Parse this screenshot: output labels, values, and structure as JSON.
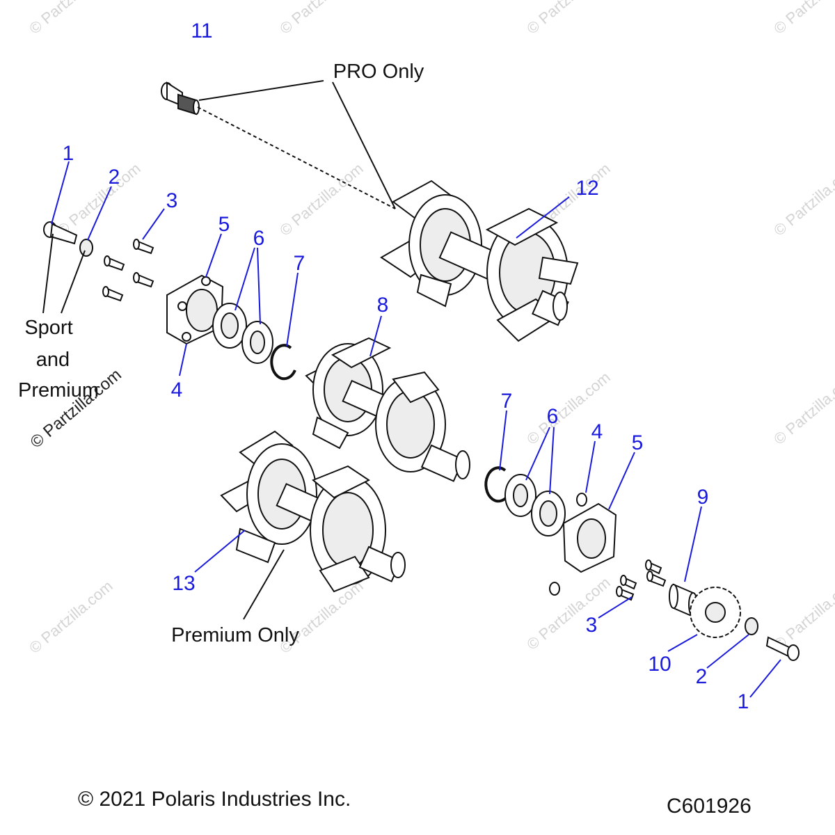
{
  "diagram": {
    "callouts": {
      "c11": "11",
      "c12": "12",
      "c1a": "1",
      "c2a": "2",
      "c3a": "3",
      "c5a": "5",
      "c6a": "6",
      "c7a": "7",
      "c4a": "4",
      "c8": "8",
      "c7b": "7",
      "c6b": "6",
      "c4b": "4",
      "c5b": "5",
      "c9": "9",
      "c13": "13",
      "c3b": "3",
      "c10": "10",
      "c2b": "2",
      "c1b": "1"
    },
    "notes": {
      "pro_only": "PRO Only",
      "sport_line1": "Sport",
      "sport_line2": "and",
      "sport_line3": "Premium",
      "premium_only": "Premium Only"
    },
    "watermark": "© Partzilla.com",
    "footer": {
      "copyright": "© 2021 Polaris Industries Inc.",
      "figure_code": "C601926"
    },
    "colors": {
      "callout": "#1a1adc",
      "line": "#111111",
      "watermark": "#d4d4d4"
    }
  }
}
